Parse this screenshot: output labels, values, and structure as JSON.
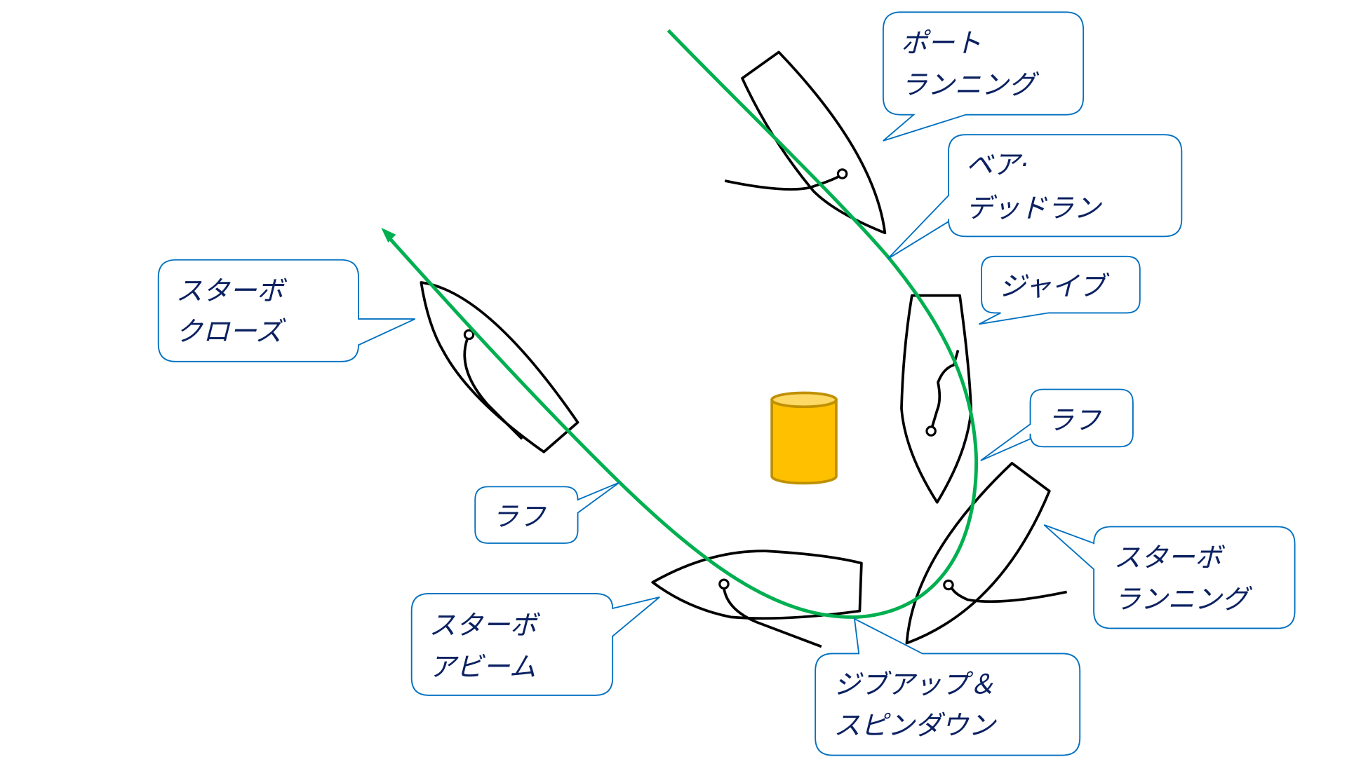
{
  "colors": {
    "track": "#00b050",
    "callout_border": "#0070c0",
    "label_text": "#0b2161",
    "mark_fill": "#ffc000",
    "mark_stroke": "#bf9000"
  },
  "labels": {
    "port_running": [
      "ポート",
      "ランニング"
    ],
    "bear_dead_run": [
      "ベア·",
      "デッドラン"
    ],
    "jibe": [
      "ジャイブ"
    ],
    "luff_right": [
      "ラフ"
    ],
    "starboard_running": [
      "スターボ",
      "ランニング"
    ],
    "jib_up_spin_down": [
      "ジブアップ＆",
      "スピンダウン"
    ],
    "starboard_abeam": [
      "スターボ",
      "アビーム"
    ],
    "luff_left": [
      "ラフ"
    ],
    "starboard_close": [
      "スターボ",
      "クローズ"
    ]
  }
}
